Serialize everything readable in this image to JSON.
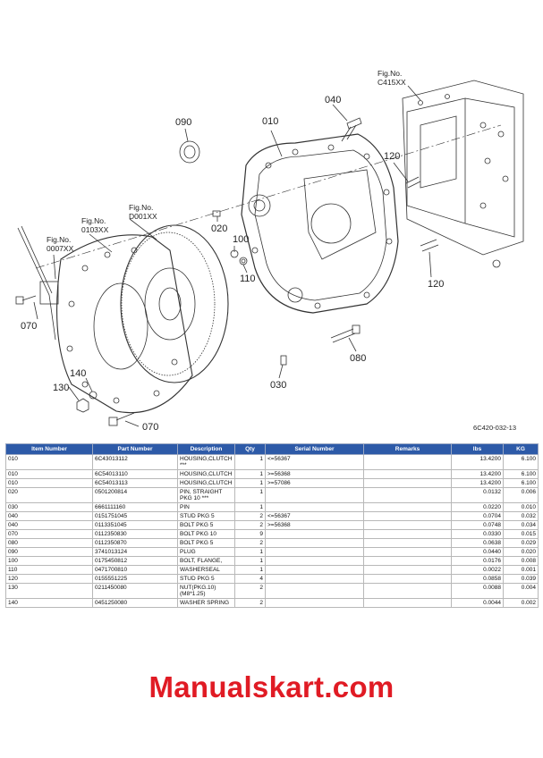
{
  "diagram": {
    "callouts": {
      "c090": "090",
      "c010": "010",
      "c040": "040",
      "c120a": "120",
      "c020": "020",
      "c100": "100",
      "c110": "110",
      "c120b": "120",
      "c080": "080",
      "c030": "030",
      "c070a": "070",
      "c140": "140",
      "c130": "130",
      "c070b": "070"
    },
    "figrefs": {
      "c415": [
        "Fig.No.",
        "C415XX"
      ],
      "d001": [
        "Fig.No.",
        "D001XX"
      ],
      "f0103": [
        "Fig.No.",
        "0103XX"
      ],
      "f0007": [
        "Fig.No.",
        "0007XX"
      ]
    },
    "drawing_code": "6C420-032-13"
  },
  "table": {
    "headers": [
      "Item Number",
      "Part Number",
      "Description",
      "Qty",
      "Serial Number",
      "Remarks",
      "lbs",
      "KG"
    ],
    "rows": [
      [
        "010",
        "6C43013112",
        "HOUSING,CLUTCH ***",
        "1",
        "<=56367",
        "",
        "13.4200",
        "6.100"
      ],
      [
        "010",
        "6C54013110",
        "HOUSING,CLUTCH",
        "1",
        ">=56368",
        "",
        "13.4200",
        "6.100"
      ],
      [
        "010",
        "6C54013113",
        "HOUSING,CLUTCH",
        "1",
        ">=57086",
        "",
        "13.4200",
        "6.100"
      ],
      [
        "020",
        "0501200814",
        "PIN, STRAIGHT PKG 10 ***",
        "1",
        "",
        "",
        "0.0132",
        "0.006"
      ],
      [
        "030",
        "6661111160",
        "PIN",
        "1",
        "",
        "",
        "0.0220",
        "0.010"
      ],
      [
        "040",
        "0151751045",
        "STUD PKG 5",
        "2",
        "<=56367",
        "",
        "0.0704",
        "0.032"
      ],
      [
        "040",
        "0113351045",
        "BOLT PKG 5",
        "2",
        ">=56368",
        "",
        "0.0748",
        "0.034"
      ],
      [
        "070",
        "0112350830",
        "BOLT PKG 10",
        "9",
        "",
        "",
        "0.0330",
        "0.015"
      ],
      [
        "080",
        "0112350870",
        "BOLT PKG 5",
        "2",
        "",
        "",
        "0.0638",
        "0.029"
      ],
      [
        "090",
        "3741013124",
        "PLUG",
        "1",
        "",
        "",
        "0.0440",
        "0.020"
      ],
      [
        "100",
        "0175450812",
        "BOLT, FLANGE,",
        "1",
        "",
        "",
        "0.0176",
        "0.008"
      ],
      [
        "110",
        "0471700810",
        "WASHERSEAL",
        "1",
        "",
        "",
        "0.0022",
        "0.001"
      ],
      [
        "120",
        "0155551225",
        "STUD PKG 5",
        "4",
        "",
        "",
        "0.0858",
        "0.039"
      ],
      [
        "130",
        "0211450080",
        "NUT(PKG.10) (M8*1.25)",
        "2",
        "",
        "",
        "0.0088",
        "0.004"
      ],
      [
        "140",
        "0451250080",
        "WASHER SPRING",
        "2",
        "",
        "",
        "0.0044",
        "0.002"
      ]
    ]
  },
  "watermark": "Manualskart.com"
}
